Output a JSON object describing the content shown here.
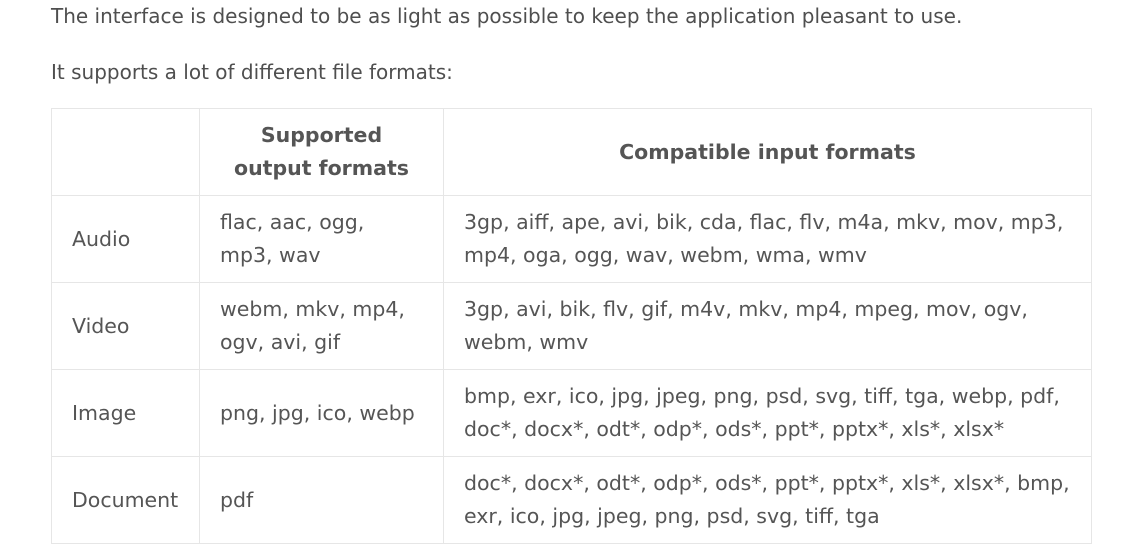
{
  "intro": {
    "paragraph1": "The interface is designed to be as light as possible to keep the application pleasant to use.",
    "paragraph2": "It supports a lot of different file formats:"
  },
  "table": {
    "headers": [
      "",
      "Supported output formats",
      "Compatible input formats"
    ],
    "rows": [
      {
        "category": "Audio",
        "output": "flac, aac, ogg, mp3, wav",
        "input": "3gp, aiff, ape, avi, bik, cda, flac, flv, m4a, mkv, mov, mp3, mp4, oga, ogg, wav, webm, wma, wmv"
      },
      {
        "category": "Video",
        "output": "webm, mkv, mp4, ogv, avi, gif",
        "input": "3gp, avi, bik, flv, gif, m4v, mkv, mp4, mpeg, mov, ogv, webm, wmv"
      },
      {
        "category": "Image",
        "output": "png, jpg, ico, webp",
        "input": "bmp, exr, ico, jpg, jpeg, png, psd, svg, tiff, tga, webp, pdf, doc*, docx*, odt*, odp*, ods*, ppt*, pptx*, xls*, xlsx*"
      },
      {
        "category": "Document",
        "output": "pdf",
        "input": "doc*, docx*, odt*, odp*, ods*, ppt*, pptx*, xls*, xlsx*, bmp, exr, ico, jpg, jpeg, png, psd, svg, tiff, tga"
      }
    ]
  }
}
